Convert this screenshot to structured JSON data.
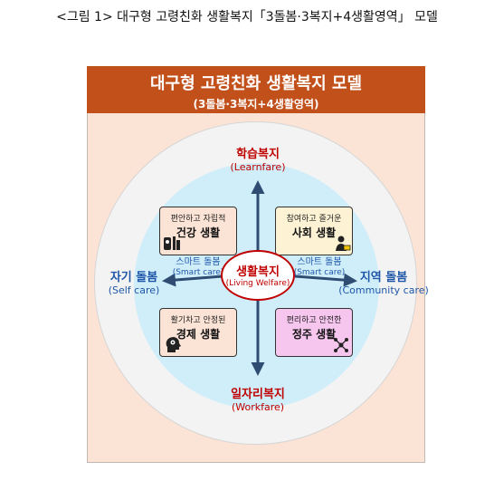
{
  "caption": "<그림 1> 대구형 고령친화 생활복지「3돌봄·3복지+4생활영역」 모델",
  "banner": {
    "title": "대구형 고령친화 생활복지 모델",
    "subtitle": "(3돌봄·3복지+4생활영역)"
  },
  "center": {
    "ko": "생활복지",
    "en": "(Living Welfare)"
  },
  "top": {
    "ko": "학습복지",
    "en": "(Learnfare)"
  },
  "bottom": {
    "ko": "일자리복지",
    "en": "(Workfare)"
  },
  "left": {
    "ko": "자기 돌봄",
    "en": "(Self care)"
  },
  "right": {
    "ko": "지역 돌봄",
    "en": "(Community care)"
  },
  "smart_left": {
    "ko": "스마트 돌봄",
    "en": "(Smart care)"
  },
  "smart_right": {
    "ko": "스마트 돌봄",
    "en": "(Smart care)"
  },
  "boxes": {
    "health": {
      "line1": "편안하고 자립적",
      "line2": "건강 생활",
      "color": "#fbe3d5"
    },
    "social": {
      "line1": "참여하고 즐거운",
      "line2": "사회 생활",
      "color": "#fdf3d4"
    },
    "economy": {
      "line1": "활기차고 안정된",
      "line2": "경제 생활",
      "color": "#fbe3d5"
    },
    "housing": {
      "line1": "편리하고 안전한",
      "line2": "정주 생활",
      "color": "#f6c6ee"
    }
  },
  "colors": {
    "banner": "#c2501a",
    "frame": "#fbe3d5",
    "outer_ring": "#f3f3f3",
    "inner_circle": "#cfeefa",
    "arrow": "#2f4d72",
    "care_text": "#1f56a8",
    "welfare_text": "#c00000"
  },
  "icons": {
    "health": "medical-devices-icon",
    "social": "person-reading-icon",
    "economy": "head-gears-icon",
    "housing": "network-nodes-icon"
  }
}
